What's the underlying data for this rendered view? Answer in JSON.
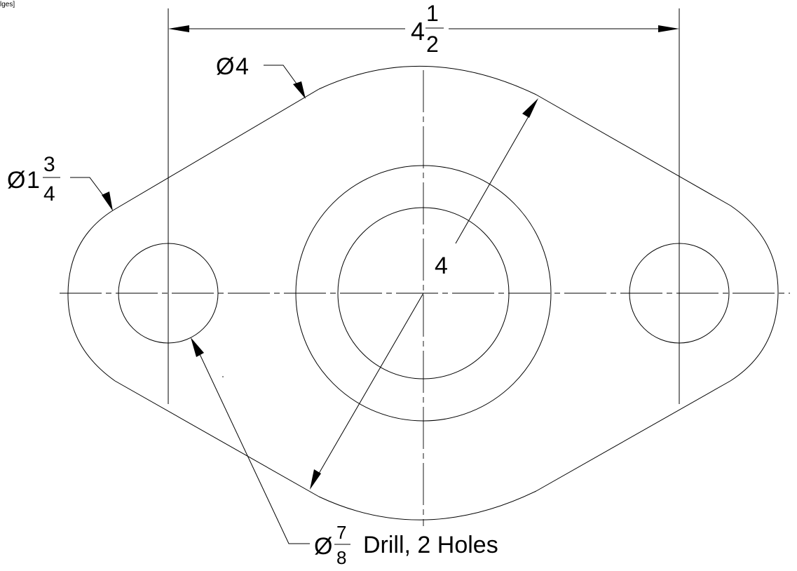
{
  "corner_label": "lges]",
  "dimensions": {
    "overall_width": {
      "whole": "4",
      "numerator": "1",
      "denominator": "2"
    },
    "boss_outer_diameter": {
      "symbol": "Ø",
      "value": "4"
    },
    "end_radius_diameter": {
      "symbol": "Ø",
      "whole": "1",
      "numerator": "3",
      "denominator": "4"
    },
    "center_diameter": {
      "value": "4"
    },
    "drill_note": {
      "symbol": "Ø",
      "numerator": "7",
      "denominator": "8",
      "text": "Drill, 2 Holes"
    }
  },
  "colors": {
    "line": "#000000",
    "background": "#ffffff"
  }
}
